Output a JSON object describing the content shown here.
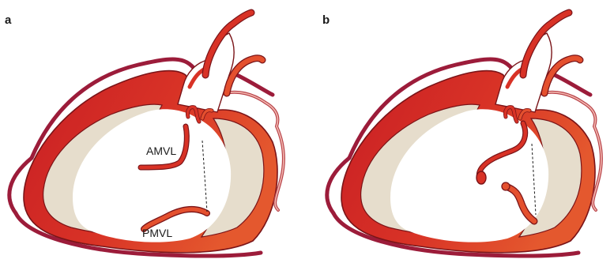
{
  "colors": {
    "pericardium": "#9c1c3a",
    "myocardium_dark": "#c81e24",
    "myocardium_light": "#e4502e",
    "cavity_fill": "#ffffff",
    "papillary_tissue": "#e6ddcc",
    "outline": "#7a1418"
  },
  "panels": [
    {
      "letter": "a",
      "labels": {
        "anterior_leaflet": "AMVL",
        "posterior_leaflet": "PMVL"
      }
    },
    {
      "letter": "b",
      "labels": {
        "anterior_leaflet": "",
        "posterior_leaflet": ""
      }
    }
  ]
}
